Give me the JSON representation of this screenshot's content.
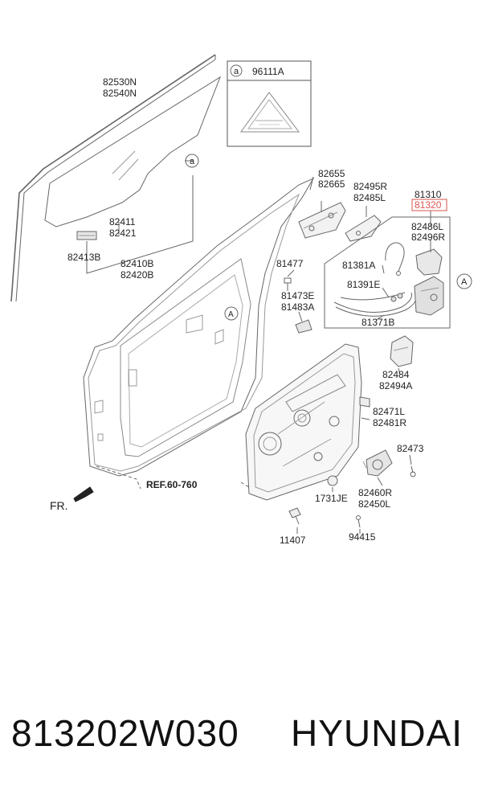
{
  "callouts": [
    {
      "key": "82530N",
      "text": "82530N"
    },
    {
      "key": "82540N",
      "text": "82540N"
    },
    {
      "key": "82411",
      "text": "82411"
    },
    {
      "key": "82421",
      "text": "82421"
    },
    {
      "key": "82413B",
      "text": "82413B"
    },
    {
      "key": "82410B",
      "text": "82410B"
    },
    {
      "key": "82420B",
      "text": "82420B"
    },
    {
      "key": "96111A",
      "text": "96111A"
    },
    {
      "key": "82655",
      "text": "82655"
    },
    {
      "key": "82665",
      "text": "82665"
    },
    {
      "key": "82495R",
      "text": "82495R"
    },
    {
      "key": "82485L",
      "text": "82485L"
    },
    {
      "key": "81310",
      "text": "81310"
    },
    {
      "key": "81320",
      "text": "81320"
    },
    {
      "key": "82486L",
      "text": "82486L"
    },
    {
      "key": "82496R",
      "text": "82496R"
    },
    {
      "key": "81477",
      "text": "81477"
    },
    {
      "key": "81381A",
      "text": "81381A"
    },
    {
      "key": "81391E",
      "text": "81391E"
    },
    {
      "key": "81473E",
      "text": "81473E"
    },
    {
      "key": "81483A",
      "text": "81483A"
    },
    {
      "key": "81371B",
      "text": "81371B"
    },
    {
      "key": "82484",
      "text": "82484"
    },
    {
      "key": "82494A",
      "text": "82494A"
    },
    {
      "key": "82471L",
      "text": "82471L"
    },
    {
      "key": "82481R",
      "text": "82481R"
    },
    {
      "key": "82473",
      "text": "82473"
    },
    {
      "key": "1731JE",
      "text": "1731JE"
    },
    {
      "key": "82460R",
      "text": "82460R"
    },
    {
      "key": "82450L",
      "text": "82450L"
    },
    {
      "key": "11407",
      "text": "11407"
    },
    {
      "key": "94415",
      "text": "94415"
    }
  ],
  "reference": "REF.60-760",
  "front_marker": "FR.",
  "circle_marker": "A",
  "circle_marker_small": "a",
  "highlight_part": "81320",
  "caption": {
    "part_number": "813202W030",
    "brand": "HYUNDAI"
  },
  "colors": {
    "line": "#555555",
    "highlight": "#d9534f",
    "text": "#222222"
  }
}
